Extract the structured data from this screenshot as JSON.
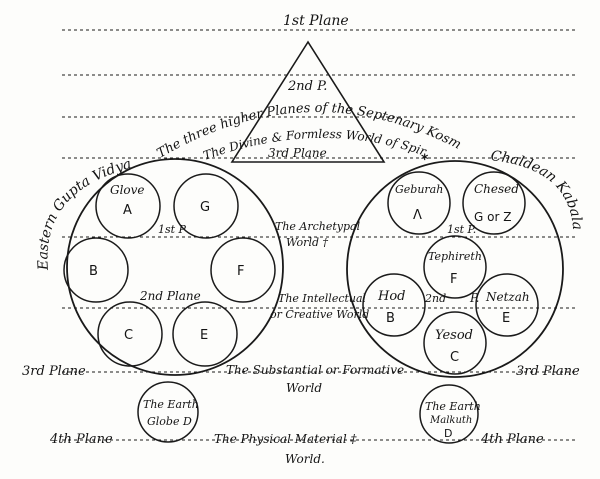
{
  "planes": {
    "first": "1st Plane",
    "second_in_triangle": "2nd P.",
    "third_in_triangle": "3rd Plane",
    "third_left": "3rd Plane",
    "third_right": "3rd Plane",
    "fourth_left": "4th Plane",
    "fourth_right": "4th Plane",
    "left_1p": "1st P",
    "left_2nd": "2nd Plane",
    "right_1p": "1st P.",
    "right_2nd": "2nd",
    "right_p": "P."
  },
  "arc_text": {
    "line1": "The three higher Planes of the Septenary Kosmos",
    "line2": "The Divine & Formless World of Spirit",
    "asterisk": "*"
  },
  "systems": {
    "left": "Eastern Gupta Vidya",
    "right": "Chaldean Kabala"
  },
  "worlds": {
    "archetypal_1": "The Archetypal",
    "archetypal_2": "World †",
    "intellectual_1": "The Intellectual",
    "intellectual_2": "or Creative World",
    "substantial_1": "The Substantial or Formative",
    "substantial_2": "World",
    "physical_1": "The  Physical Material ‡",
    "physical_2": "World."
  },
  "left_globes": {
    "top_left_name": "Glove",
    "top_left_letter": "A",
    "top_right_letter": "G",
    "mid_left_letter": "B",
    "mid_right_letter": "F",
    "bottom_left_letter": "C",
    "bottom_right_letter": "E",
    "earth_1": "The Earth",
    "earth_2": "Globe D"
  },
  "right_globes": {
    "geburah": "Geburah",
    "geburah_letter": "Λ",
    "chesed": "Chesed",
    "chesed_letter": "G or Z",
    "tephireth": "Tephireth",
    "tephireth_letter": "F",
    "hod": "Hod",
    "hod_letter": "B",
    "netzah": "Netzah",
    "netzah_letter": "E",
    "yesod": "Yesod",
    "yesod_letter": "C",
    "earth_1": "The Earth",
    "earth_2": "Malkuth",
    "earth_letter": "D"
  }
}
